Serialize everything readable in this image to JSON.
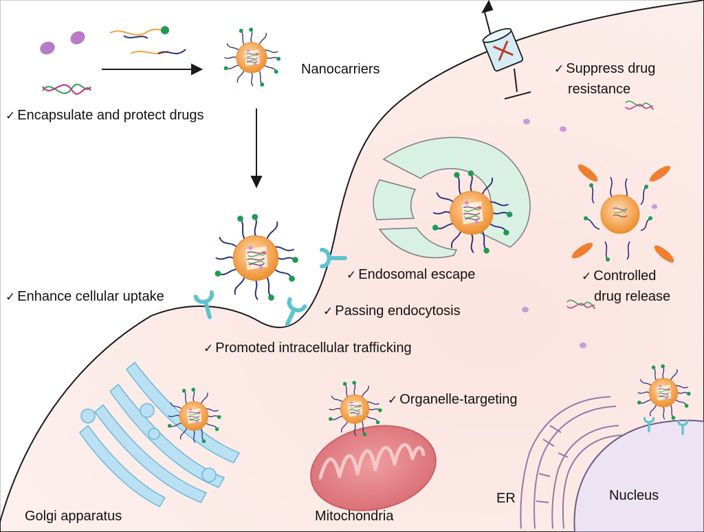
{
  "colors": {
    "cell_fill": "#fbe7e3",
    "nanocarrier_core": "#f4a54d",
    "ligand_dot": "#1f9a53",
    "polymer_chain": "#2a2e78",
    "receptor": "#5cc3cf",
    "endosome": "#d9f0e4",
    "golgi": "#b9e1f3",
    "mitochondria": "#e48a8e",
    "nucleus": "#eee3f3",
    "drug_vesicle": "#c79ad8",
    "blocked_mark": "#c0392b"
  },
  "labels": {
    "encapsulate": "Encapsulate and protect drugs",
    "nanocarriers": "Nanocarriers",
    "suppress_line1": "Suppress drug",
    "suppress_line2": "resistance",
    "endosomal_escape": "Endosomal escape",
    "controlled_line1": "Controlled",
    "controlled_line2": "drug release",
    "enhance_uptake": "Enhance cellular uptake",
    "passing_endocytosis": "Passing endocytosis",
    "trafficking": "Promoted intracellular trafficking",
    "organelle_targeting": "Organelle-targeting",
    "golgi": "Golgi apparatus",
    "mitochondria": "Mitochondria",
    "er": "ER",
    "nucleus": "Nucleus"
  },
  "icons": [
    "checkmark-icon",
    "arrow-icon",
    "nanocarrier-icon",
    "receptor-icon",
    "efflux-pump-icon",
    "dna-icon"
  ]
}
